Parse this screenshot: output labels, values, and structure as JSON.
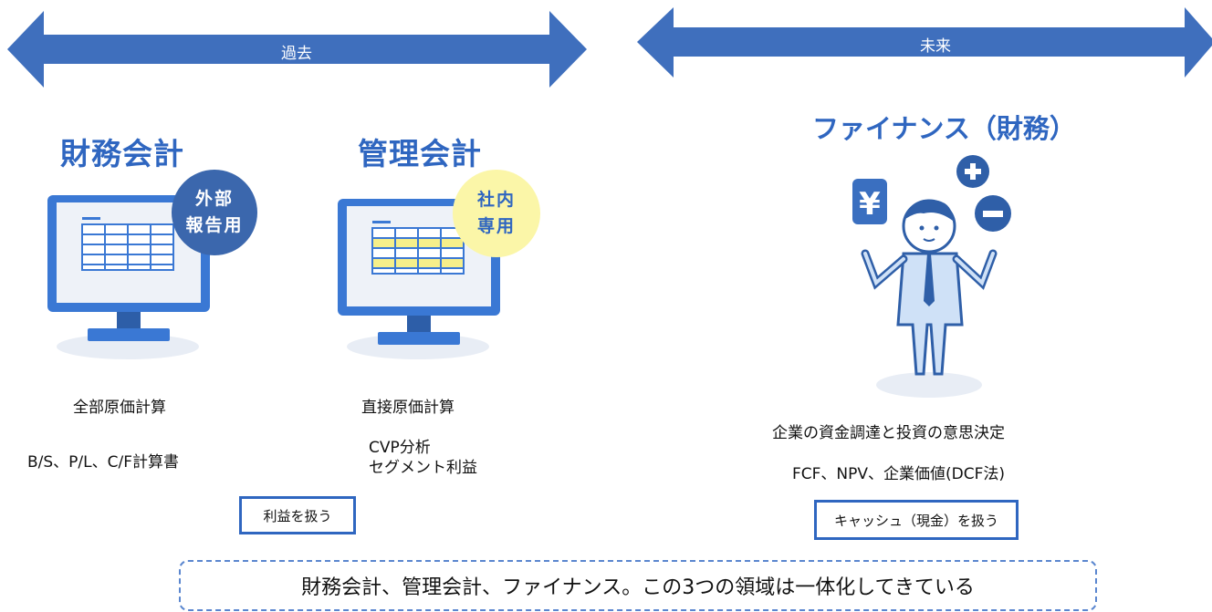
{
  "arrows": {
    "past_label": "過去",
    "future_label": "未来"
  },
  "financial_accounting": {
    "title": "財務会計",
    "badge_line1": "外部",
    "badge_line2": "報告用",
    "item1": "全部原価計算",
    "item2": "B/S、P/L、C/F計算書"
  },
  "management_accounting": {
    "title": "管理会計",
    "badge_line1": "社内",
    "badge_line2": "専用",
    "item1": "直接原価計算",
    "item2_line1": "CVP分析",
    "item2_line2": "セグメント利益"
  },
  "profit_box": "利益を扱う",
  "finance": {
    "title": "ファイナンス（財務）",
    "item1": "企業の資金調達と投資の意思決定",
    "item2": "FCF、NPV、企業価値(DCF法)",
    "box": "キャッシュ（現金）を扱う",
    "yen_symbol": "¥"
  },
  "footer": "財務会計、管理会計、ファイナンス。この3つの領域は一体化してきている",
  "colors": {
    "arrow_blue": "#3f6fbd",
    "title_blue": "#2f66c0",
    "badge_dark": "#3b67ad",
    "badge_yellow": "#fbf6a8",
    "monitor_blue": "#3a78d4"
  },
  "icons": [
    "monitor-icon",
    "businessman-icon",
    "yen-icon",
    "plus-icon",
    "minus-icon"
  ]
}
